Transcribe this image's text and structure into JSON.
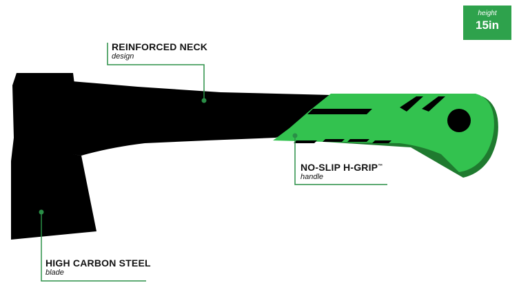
{
  "badge": {
    "key": "height",
    "value": "15in"
  },
  "callouts": {
    "neck": {
      "title": "REINFORCED NECK",
      "subtitle": "design"
    },
    "grip": {
      "title": "NO-SLIP H-GRIP",
      "trademark": "™",
      "subtitle": "handle"
    },
    "blade": {
      "title": "HIGH CARBON STEEL",
      "subtitle": "blade"
    }
  },
  "colors": {
    "axe_body": "#000000",
    "grip_green": "#33c24f",
    "grip_shadow": "#1f7a2f",
    "leader_line": "#2a8f47",
    "badge_bg": "#2ea24c"
  }
}
